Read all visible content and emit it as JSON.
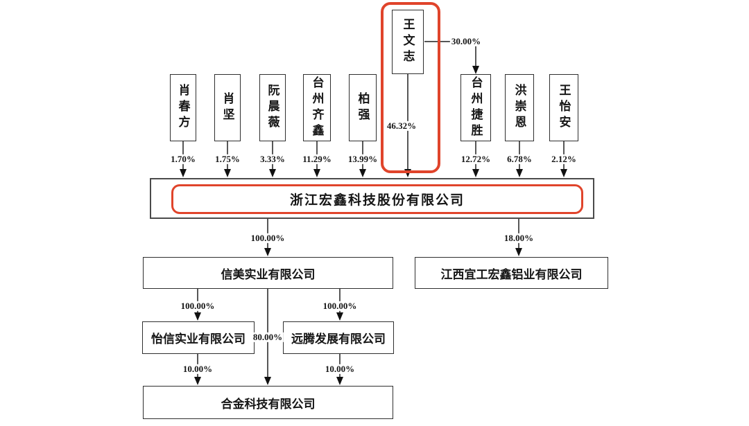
{
  "diagram": {
    "type": "equity-structure-chart",
    "accent_color": "#e0442b",
    "line_color": "#1f1f1f",
    "shareholders": [
      {
        "name": "肖春方",
        "pct": "1.70%"
      },
      {
        "name": "肖坚",
        "pct": "1.75%"
      },
      {
        "name": "阮晨薇",
        "pct": "3.33%"
      },
      {
        "name": "台州齐鑫",
        "pct": "11.29%"
      },
      {
        "name": "柏强",
        "pct": "13.99%"
      },
      {
        "name": "王文志",
        "pct": "46.32%",
        "highlighted": true
      },
      {
        "name": "台州捷胜",
        "pct": "12.72%"
      },
      {
        "name": "洪崇恩",
        "pct": "6.78%"
      },
      {
        "name": "王怡安",
        "pct": "2.12%"
      }
    ],
    "cross_holding": {
      "owner": "王文志",
      "target": "台州捷胜",
      "pct": "30.00%"
    },
    "parent_company": {
      "name": "浙江宏鑫科技股份有限公司",
      "highlighted": true
    },
    "level2": [
      {
        "name": "信美实业有限公司",
        "pct_from_parent": "100.00%"
      },
      {
        "name": "江西宜工宏鑫铝业有限公司",
        "pct_from_parent": "18.00%"
      }
    ],
    "level3": [
      {
        "name": "怡信实业有限公司",
        "pct_from_xinmei": "100.00%",
        "pct_to_hejin": "10.00%"
      },
      {
        "name": "远腾发展有限公司",
        "pct_from_xinmei": "100.00%",
        "pct_to_hejin": "10.00%"
      }
    ],
    "level4": {
      "name": "合金科技有限公司",
      "pct_from_xinmei": "80.00%"
    }
  }
}
